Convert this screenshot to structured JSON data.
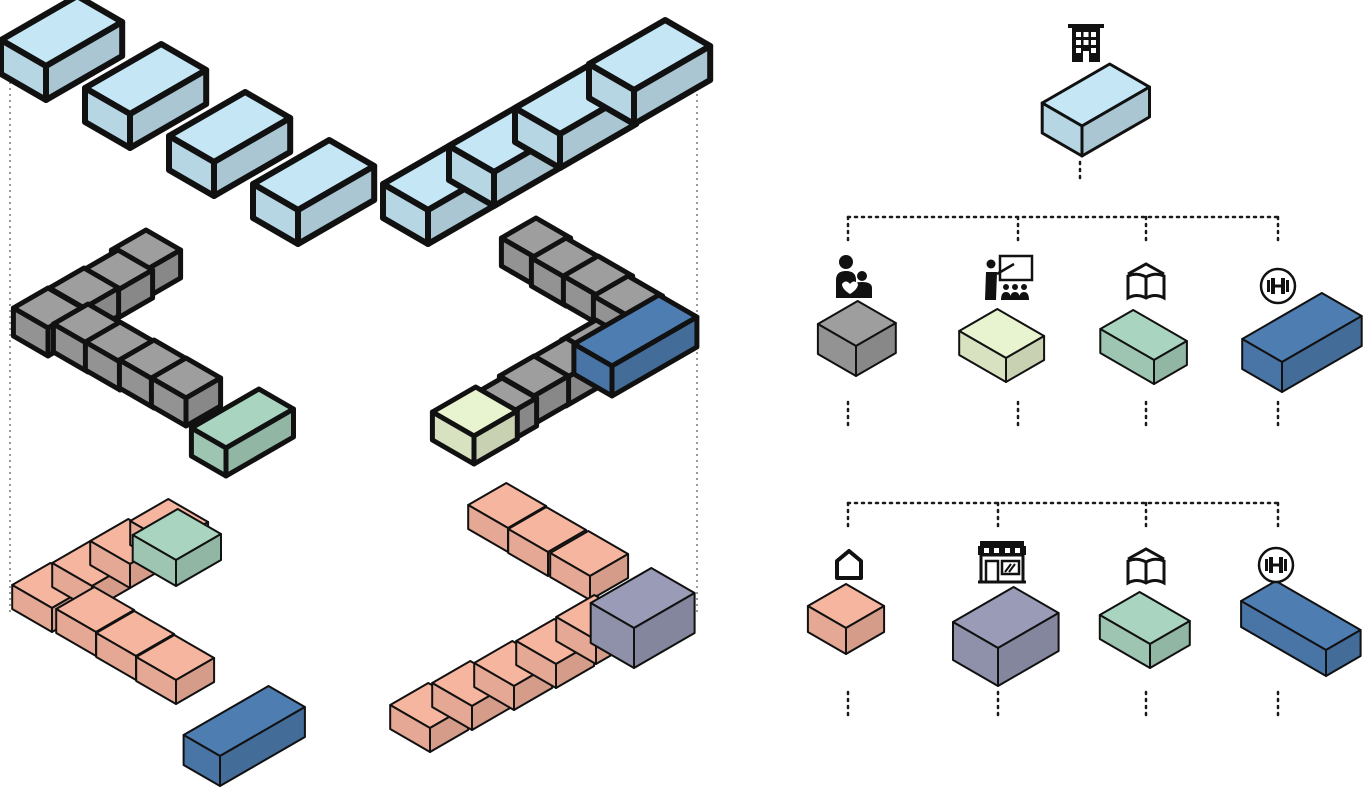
{
  "palette": {
    "residential_block": "#c5e6f4",
    "common_block": "#9e9e9e",
    "classroom_block": "#e8f3cf",
    "library_block": "#a9d4bf",
    "gym_block": "#4e7db2",
    "housing_unit": "#f6b59f",
    "shop_block": "#9a9cb7",
    "outline": "#111111"
  },
  "diagram": {
    "legend": {
      "top": {
        "icon": "apartment-building-icon",
        "color_key": "residential_block"
      },
      "row1": [
        {
          "icon": "care-person-icon",
          "color_key": "common_block"
        },
        {
          "icon": "teacher-presentation-icon",
          "color_key": "classroom_block"
        },
        {
          "icon": "open-book-icon",
          "color_key": "library_block"
        },
        {
          "icon": "dumbbell-icon",
          "color_key": "gym_block"
        }
      ],
      "row2": [
        {
          "icon": "house-outline-icon",
          "color_key": "housing_unit"
        },
        {
          "icon": "storefront-icon",
          "color_key": "shop_block"
        },
        {
          "icon": "open-book-icon",
          "color_key": "library_block"
        },
        {
          "icon": "dumbbell-icon",
          "color_key": "gym_block"
        }
      ]
    }
  }
}
